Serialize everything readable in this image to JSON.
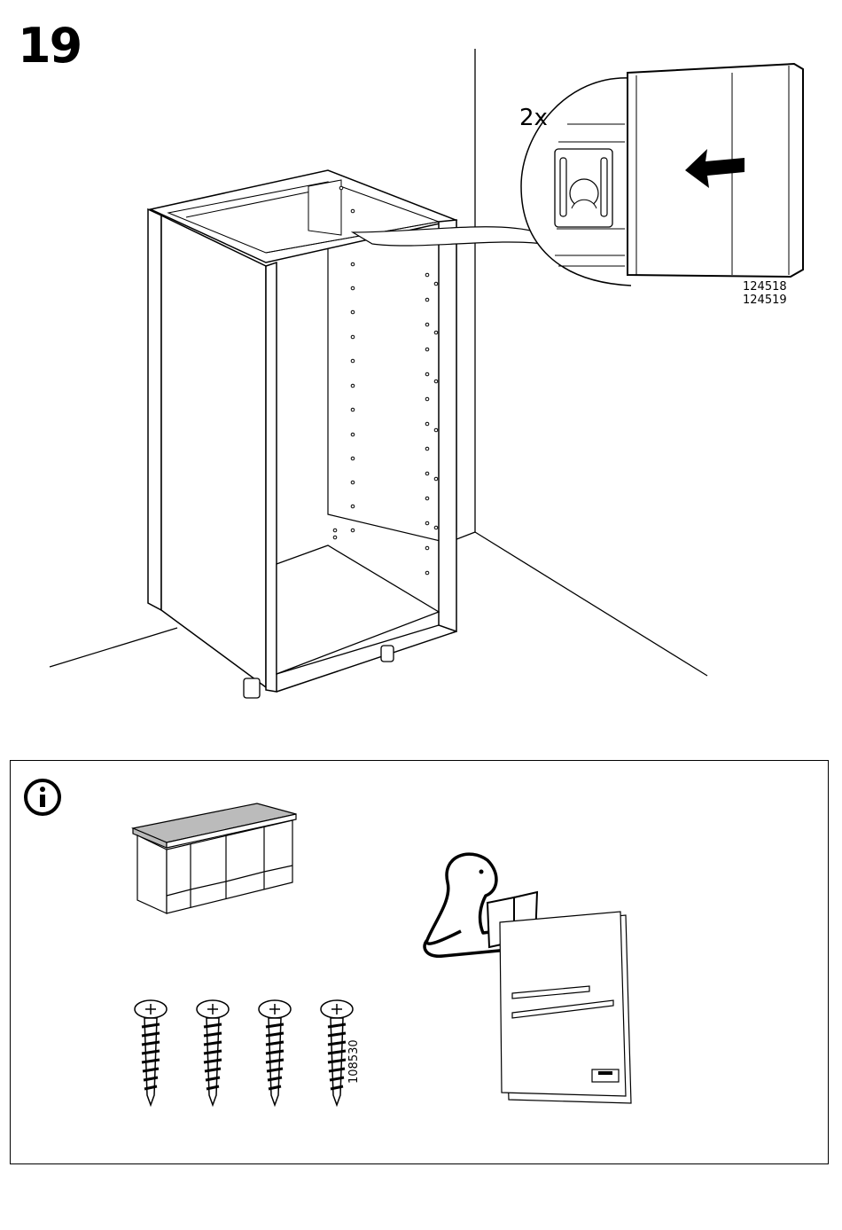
{
  "step": {
    "number": "19"
  },
  "detail": {
    "quantity": "2x",
    "part_numbers": [
      "124518",
      "124519"
    ]
  },
  "info": {
    "icon": "info-icon",
    "screw_article": "108530",
    "screw_count": 4
  },
  "icons": {
    "cabinet": "base-cabinet-frame",
    "worktop": "worktop-cabinet-icon",
    "screw": "screw-icon",
    "reader": "reading-person-icon",
    "manual": "manual-icon"
  }
}
